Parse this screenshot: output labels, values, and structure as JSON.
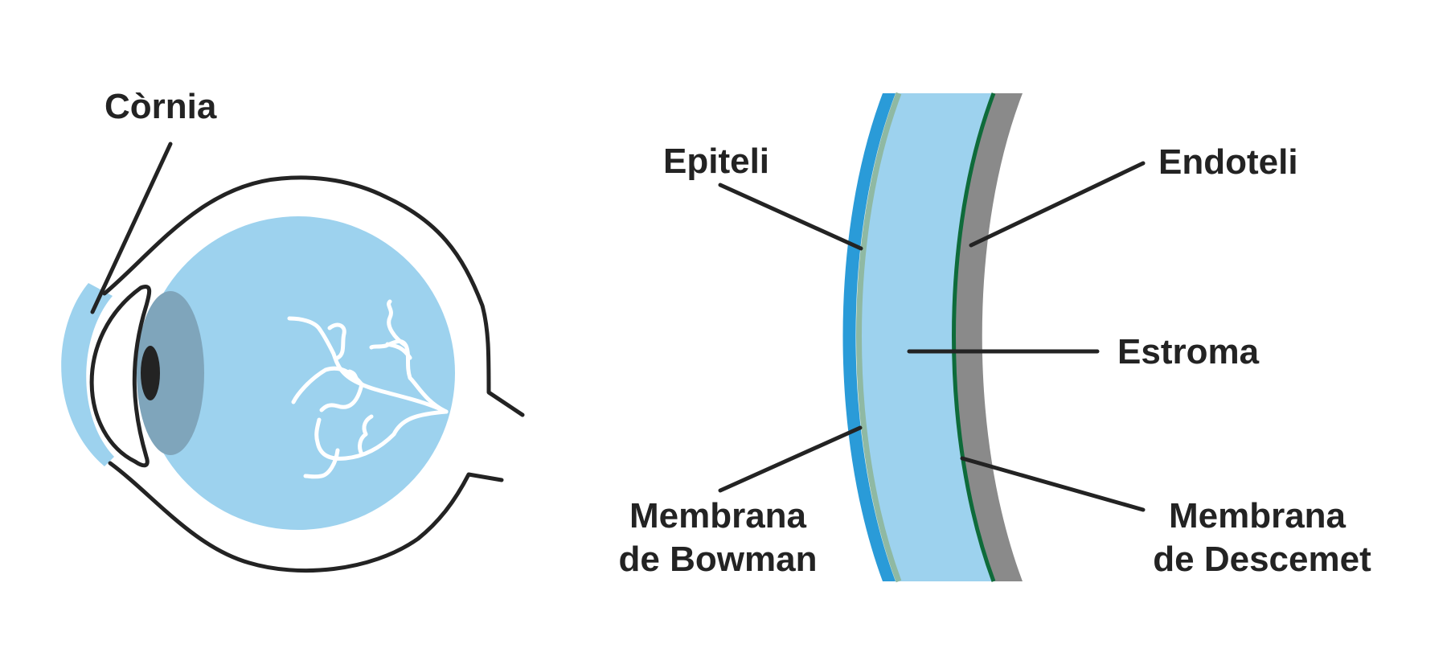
{
  "labels": {
    "cornia": "Còrnia",
    "epiteli": "Epiteli",
    "endoteli": "Endoteli",
    "estroma": "Estroma",
    "bowman_line1": "Membrana",
    "bowman_line2": "de Bowman",
    "descemet_line1": "Membrana",
    "descemet_line2": "de Descemet"
  },
  "colors": {
    "outline": "#232323",
    "cornea_light_blue": "#9dd2ee",
    "pupil_dark": "#232323",
    "iris_shade": "#7fa5bb",
    "epithelium_blue": "#2a9bd8",
    "bowman_green": "#8fb9a3",
    "descemet_green": "#0e6b3a",
    "endothelium_gray": "#8a8a8a",
    "vessels": "#ffffff"
  }
}
